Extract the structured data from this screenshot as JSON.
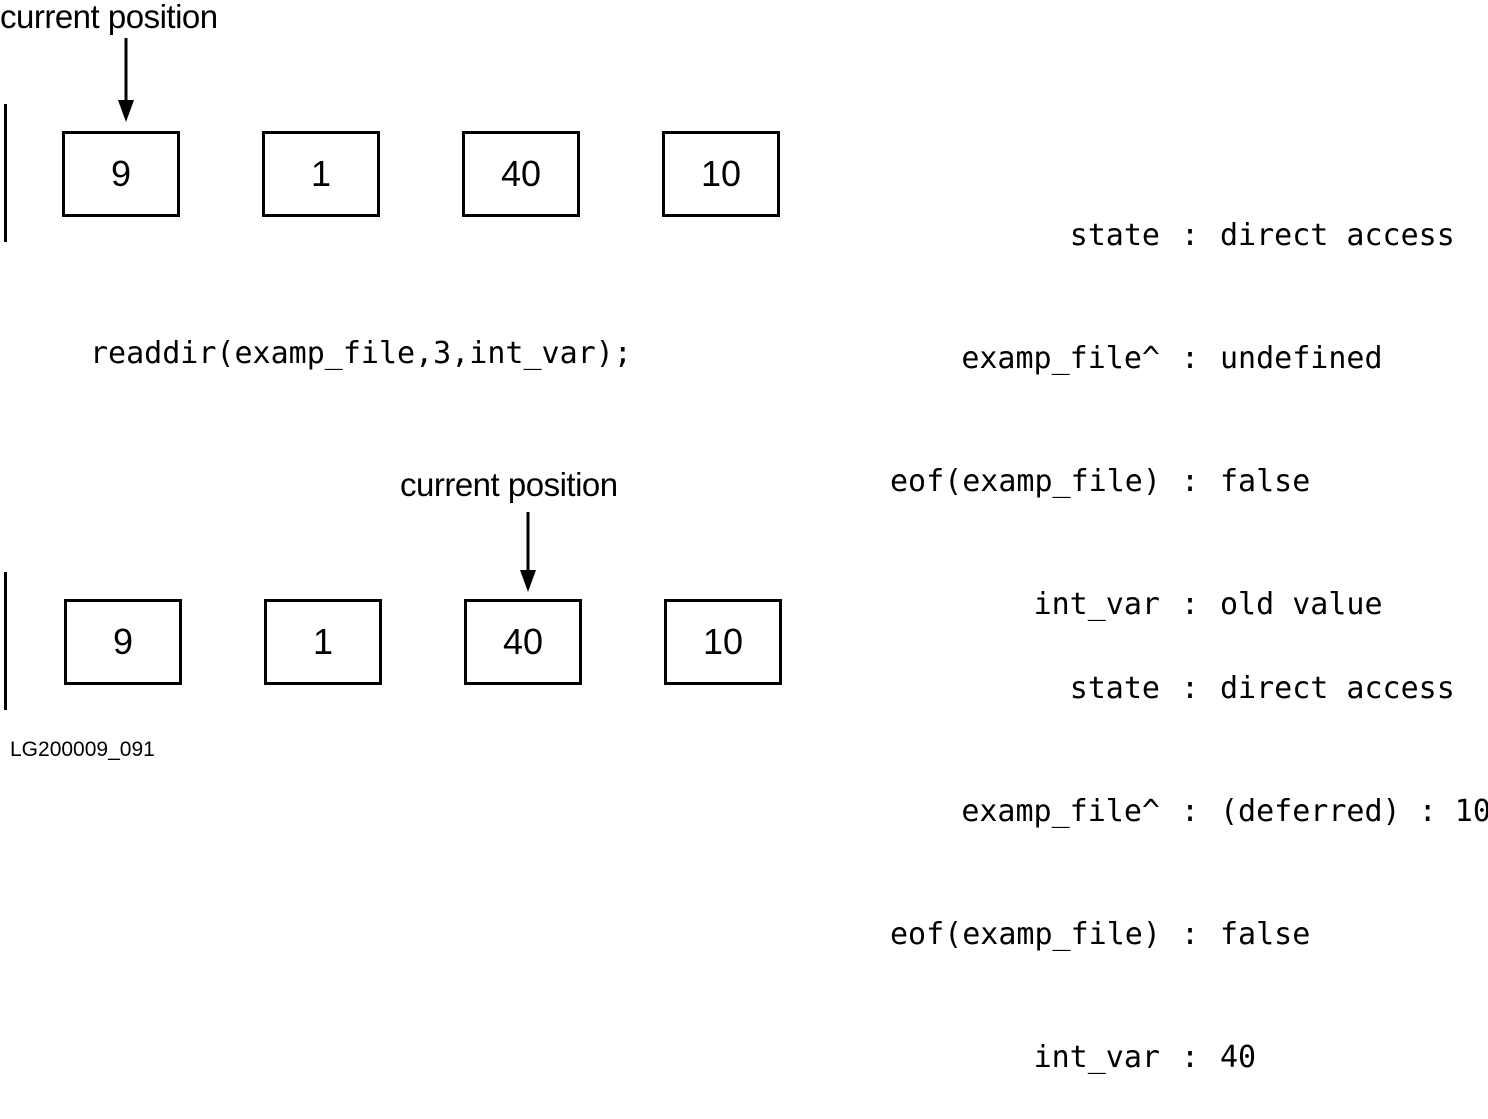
{
  "before": {
    "pointer_label": "current position",
    "cells": [
      "9",
      "1",
      "40",
      "10"
    ],
    "current_index": 0,
    "state": [
      {
        "key": "state",
        "value": "direct access"
      },
      {
        "key": "examp_file^",
        "value": "undefined"
      },
      {
        "key": "eof(examp_file)",
        "value": "false"
      },
      {
        "key": "int_var",
        "value": "old value"
      }
    ]
  },
  "statement": "readdir(examp_file,3,int_var);",
  "after": {
    "pointer_label": "current position",
    "cells": [
      "9",
      "1",
      "40",
      "10"
    ],
    "current_index": 2,
    "state": [
      {
        "key": "state",
        "value": "direct access"
      },
      {
        "key": "examp_file^",
        "value": "(deferred) : 10"
      },
      {
        "key": "eof(examp_file)",
        "value": "false"
      },
      {
        "key": "int_var",
        "value": "40"
      }
    ]
  },
  "figure_id": "LG200009_091"
}
